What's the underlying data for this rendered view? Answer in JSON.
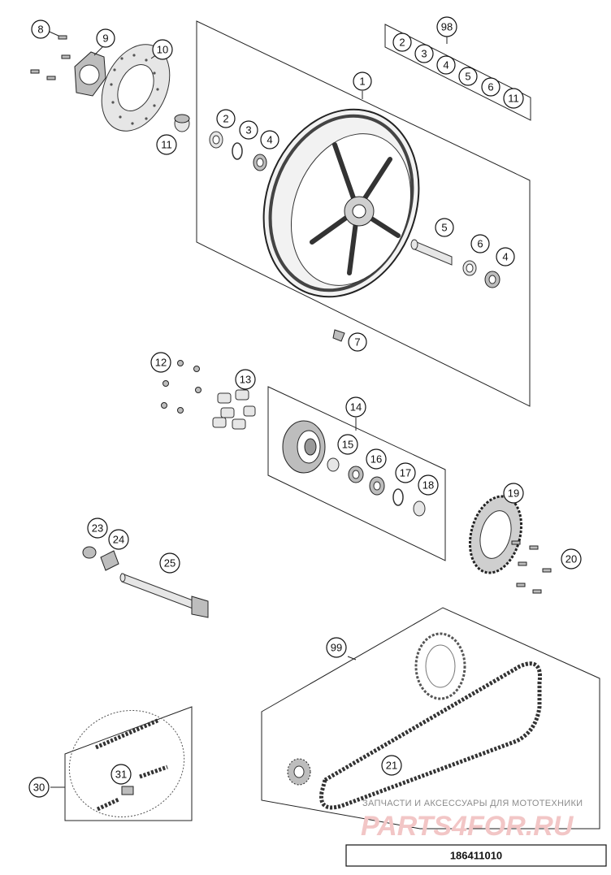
{
  "diagram": {
    "drawing_number": "186411010",
    "watermark": {
      "tagline": "ЗАПЧАСТИ И АКСЕССУАРЫ ДЛЯ МОТОТЕХНИКИ",
      "brand": "PARTS4FOR.RU"
    },
    "callouts": [
      {
        "id": "c1",
        "label": "1"
      },
      {
        "id": "c2a",
        "label": "2"
      },
      {
        "id": "c3a",
        "label": "3"
      },
      {
        "id": "c4a",
        "label": "4"
      },
      {
        "id": "c5",
        "label": "5"
      },
      {
        "id": "c6",
        "label": "6"
      },
      {
        "id": "c4b",
        "label": "4"
      },
      {
        "id": "c7",
        "label": "7"
      },
      {
        "id": "c8",
        "label": "8"
      },
      {
        "id": "c9",
        "label": "9"
      },
      {
        "id": "c10",
        "label": "10"
      },
      {
        "id": "c11a",
        "label": "11"
      },
      {
        "id": "c98",
        "label": "98"
      },
      {
        "id": "c2b",
        "label": "2"
      },
      {
        "id": "c3b",
        "label": "3"
      },
      {
        "id": "c4c",
        "label": "4"
      },
      {
        "id": "c5b",
        "label": "5"
      },
      {
        "id": "c6b",
        "label": "6"
      },
      {
        "id": "c11b",
        "label": "11"
      },
      {
        "id": "c12",
        "label": "12"
      },
      {
        "id": "c13",
        "label": "13"
      },
      {
        "id": "c14",
        "label": "14"
      },
      {
        "id": "c15",
        "label": "15"
      },
      {
        "id": "c16",
        "label": "16"
      },
      {
        "id": "c17",
        "label": "17"
      },
      {
        "id": "c18",
        "label": "18"
      },
      {
        "id": "c19",
        "label": "19"
      },
      {
        "id": "c20",
        "label": "20"
      },
      {
        "id": "c23",
        "label": "23"
      },
      {
        "id": "c24",
        "label": "24"
      },
      {
        "id": "c25",
        "label": "25"
      },
      {
        "id": "c99",
        "label": "99"
      },
      {
        "id": "c21",
        "label": "21"
      },
      {
        "id": "c30",
        "label": "30"
      },
      {
        "id": "c31",
        "label": "31"
      }
    ]
  }
}
